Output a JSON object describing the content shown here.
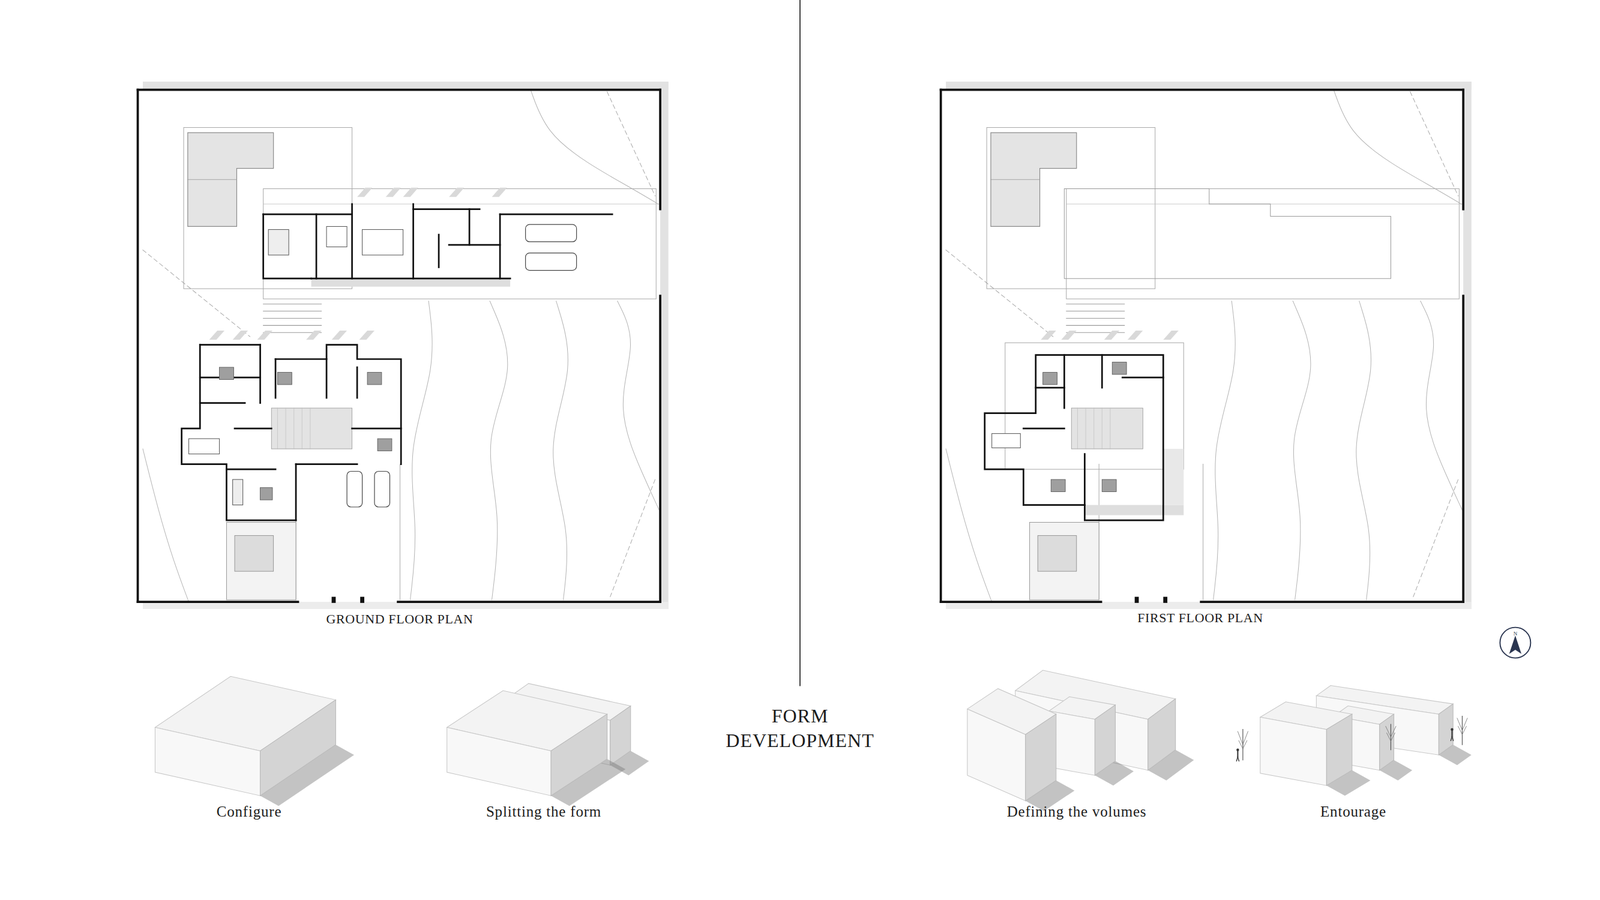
{
  "diagram": {
    "title": "FORM DEVELOPMENT",
    "labels": [
      "GROUND FLOOR PLAN",
      "FIRST FLOOR PLAN",
      "Configure",
      "Splitting the form",
      "Defining the volumes",
      "Entourage",
      "N"
    ]
  }
}
